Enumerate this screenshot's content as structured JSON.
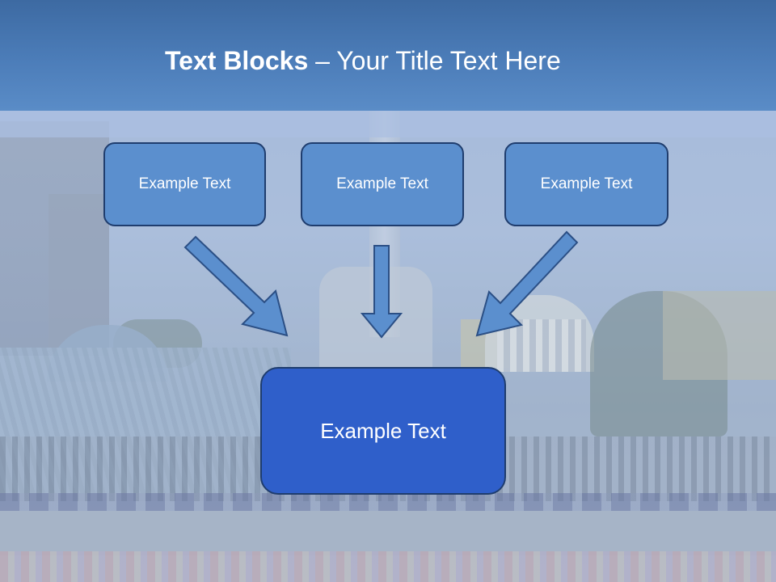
{
  "slide": {
    "title_bold": "Text Blocks",
    "title_dash": " – ",
    "title_rest": "Your Title Text Here",
    "top_boxes": [
      {
        "label": "Example Text"
      },
      {
        "label": "Example Text"
      },
      {
        "label": "Example Text"
      }
    ],
    "main_box": {
      "label": "Example Text"
    }
  },
  "colors": {
    "header": "#4c7db9",
    "small_box_fill": "#5b8fce",
    "main_box_fill": "#2f5fca",
    "box_border": "#1f3d6e",
    "arrow_fill": "#5b8fce"
  }
}
